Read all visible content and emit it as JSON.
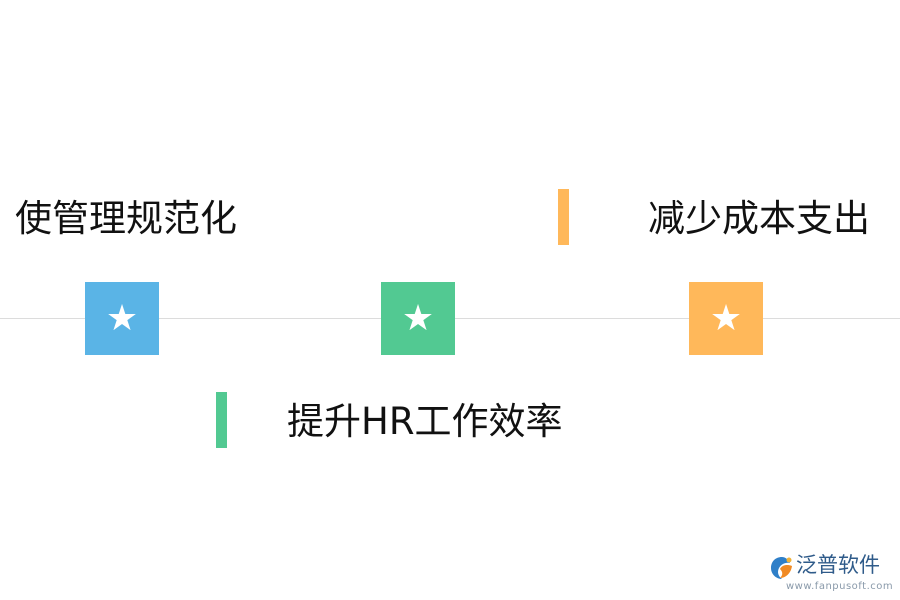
{
  "items": [
    {
      "label": "使管理规范化",
      "color": "#5ab4e6",
      "icon": "star-icon"
    },
    {
      "label": "提升HR工作效率",
      "color": "#52c992",
      "icon": "star-icon"
    },
    {
      "label": "减少成本支出",
      "color": "#ffb85a",
      "icon": "star-icon"
    }
  ],
  "star_glyph": "★",
  "watermark": {
    "brand": "泛普软件",
    "url": "www.fanpusoft.com"
  }
}
